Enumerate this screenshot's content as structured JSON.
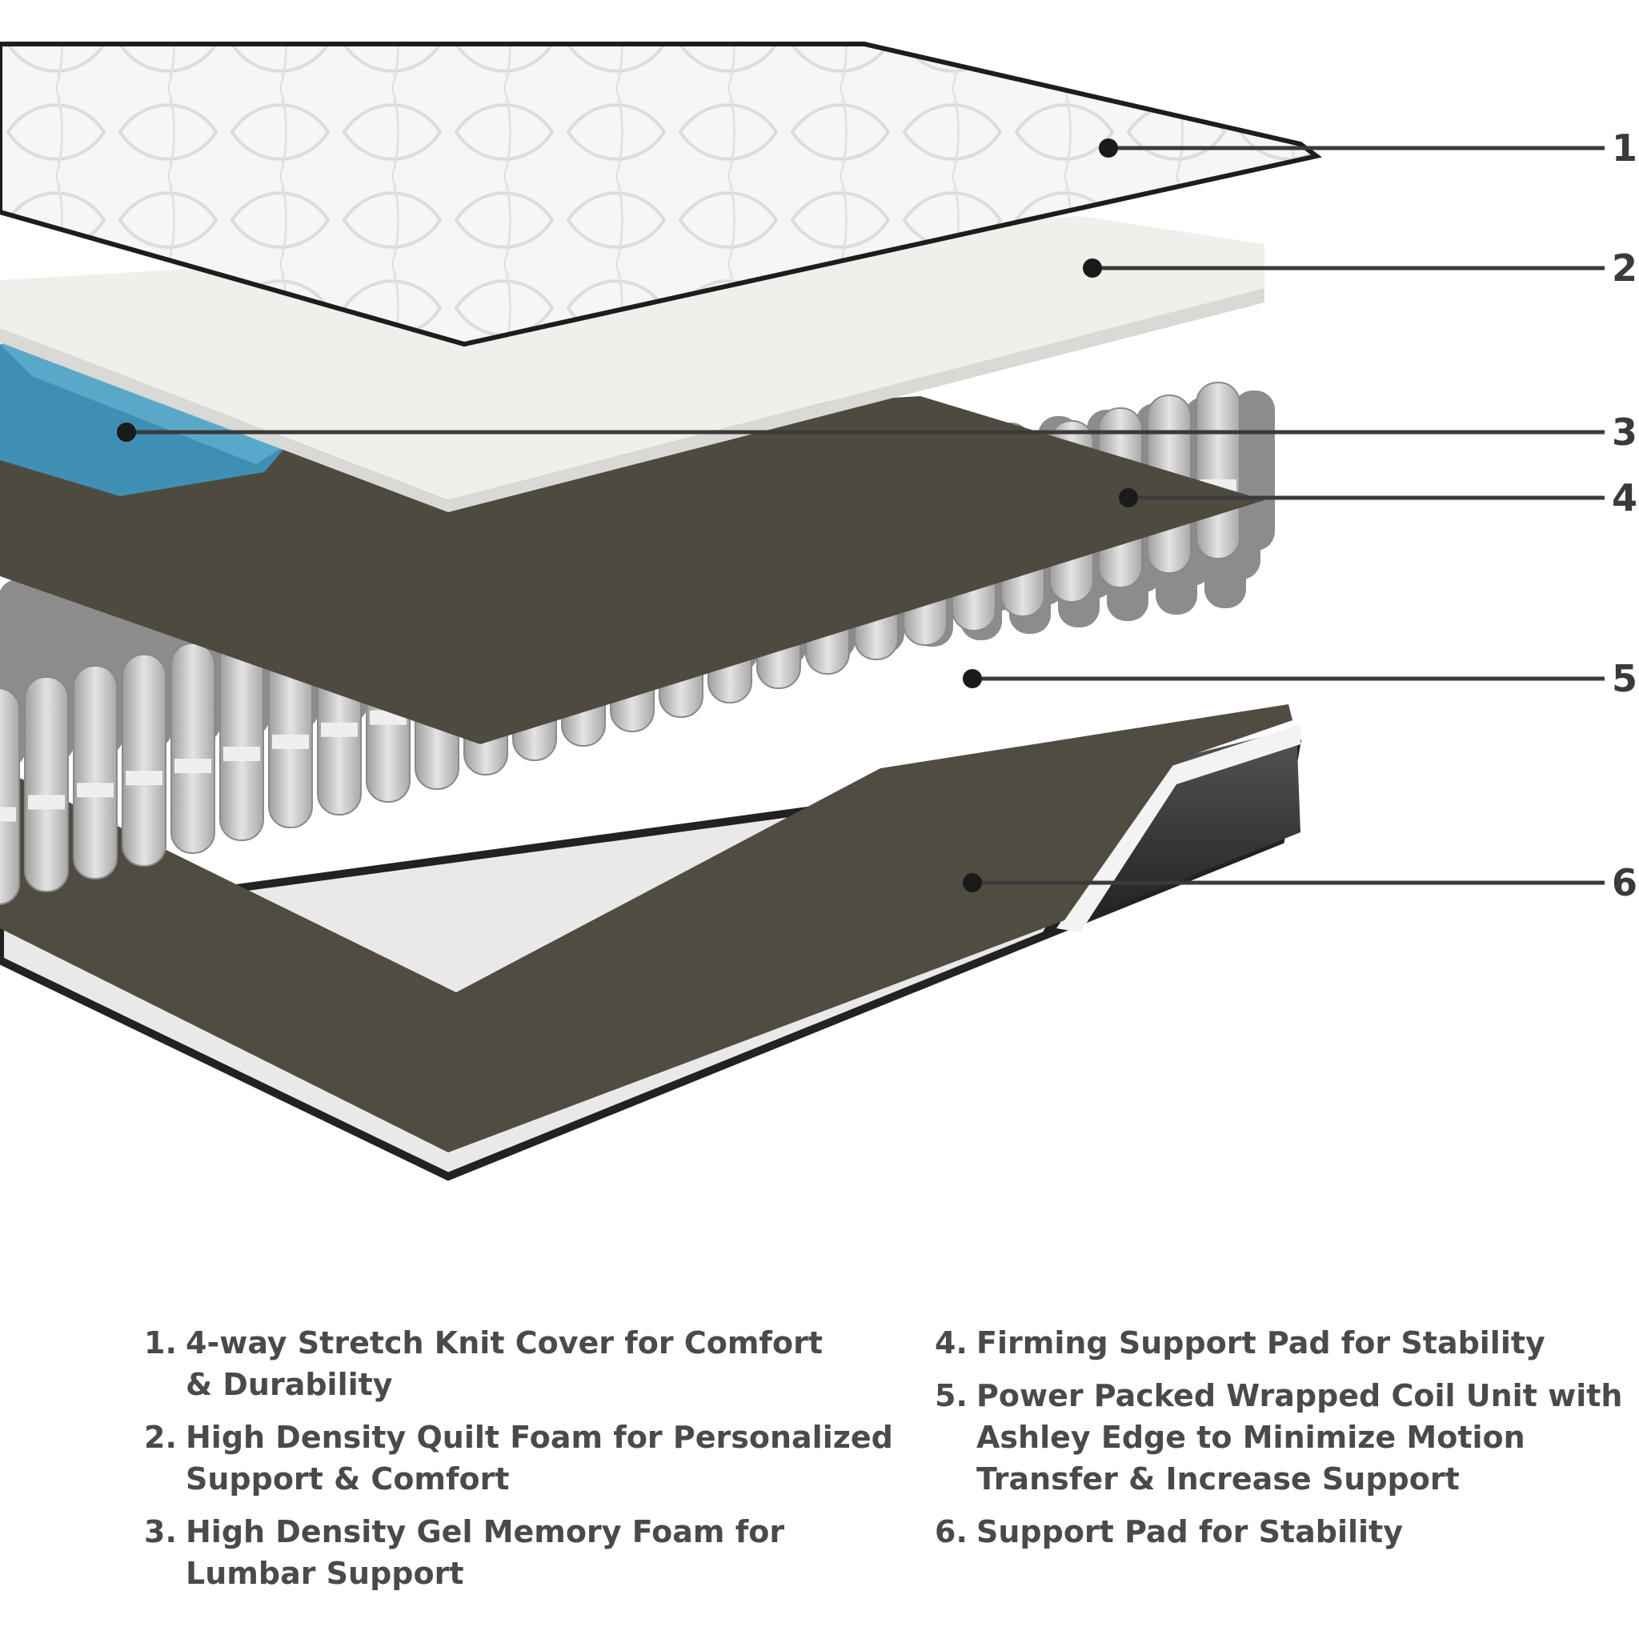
{
  "callouts": [
    "1",
    "2",
    "3",
    "4",
    "5",
    "6"
  ],
  "legend": {
    "left": [
      {
        "num": "1.",
        "lines": [
          "4-way Stretch Knit Cover for Comfort",
          "& Durability"
        ]
      },
      {
        "num": "2.",
        "lines": [
          "High Density Quilt Foam for Personalized",
          "Support & Comfort"
        ]
      },
      {
        "num": "3.",
        "lines": [
          "High Density Gel Memory Foam for",
          "Lumbar Support"
        ]
      }
    ],
    "right": [
      {
        "num": "4.",
        "lines": [
          "Firming Support Pad for Stability"
        ]
      },
      {
        "num": "5.",
        "lines": [
          "Power Packed Wrapped Coil Unit with",
          "Ashley Edge to Minimize Motion",
          "Transfer & Increase Support"
        ]
      },
      {
        "num": "6.",
        "lines": [
          "Support Pad for Stability"
        ]
      }
    ]
  },
  "colors": {
    "cover": "#f4f4f4",
    "quilt_foam": "#ebebe8",
    "gel_foam": "#3f93b8",
    "support_pad": "#4e4a40",
    "coils": "#c9c9c9",
    "base_edge": "#2b2b2b",
    "leader_line": "#3a3a3a"
  }
}
